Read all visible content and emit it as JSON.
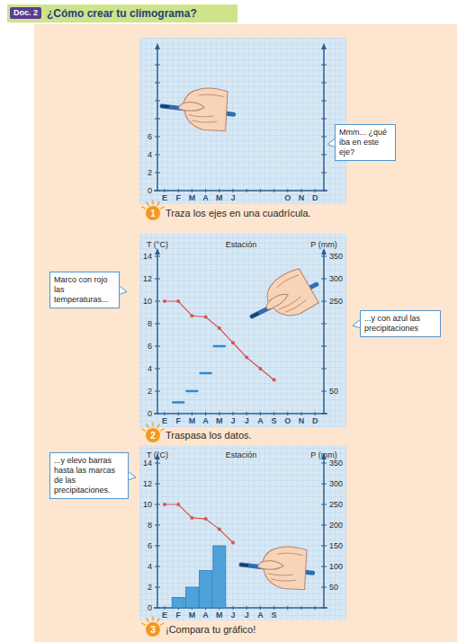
{
  "diagram": {
    "title": "¿Cómo crear tu climograma?",
    "nodes": [
      {
        "text": [
          "Doc. 2"
        ]
      },
      {
        "text": [
          "Mmm... ¿qué iba en este eje?"
        ]
      },
      {
        "text": [
          "1"
        ]
      },
      {
        "text": [
          "Marco con rojo las temperaturas..."
        ]
      },
      {
        "text": [
          "...y con azul las precipitaciones"
        ]
      },
      {
        "text": [
          "2"
        ]
      },
      {
        "text": [
          "...y elevo barras hasta las marcas de las precipitaciones."
        ]
      },
      {
        "text": [
          "3"
        ]
      }
    ],
    "labels": [
      "6",
      "4",
      "2",
      "0",
      "E",
      "F",
      "M",
      "A",
      "M",
      "J",
      "O",
      "N",
      "D",
      "Traza los ejes en una cuadrícula.",
      "T (°C)",
      "Estación",
      "P (mm)",
      "14",
      "12",
      "10",
      "8",
      "6",
      "4",
      "2",
      "0",
      "350",
      "300",
      "250",
      "50",
      "E",
      "F",
      "M",
      "A",
      "M",
      "J",
      "J",
      "A",
      "S",
      "O",
      "N",
      "D",
      "Traspasa los datos.",
      "T (°C)",
      "Estación",
      "P (mm)",
      "14",
      "12",
      "10",
      "8",
      "6",
      "4",
      "2",
      "0",
      "350",
      "300",
      "250",
      "200",
      "150",
      "100",
      "50",
      "E",
      "F",
      "M",
      "A",
      "M",
      "J",
      "J",
      "A",
      "S",
      "¡Compara tu gráfico!"
    ]
  }
}
